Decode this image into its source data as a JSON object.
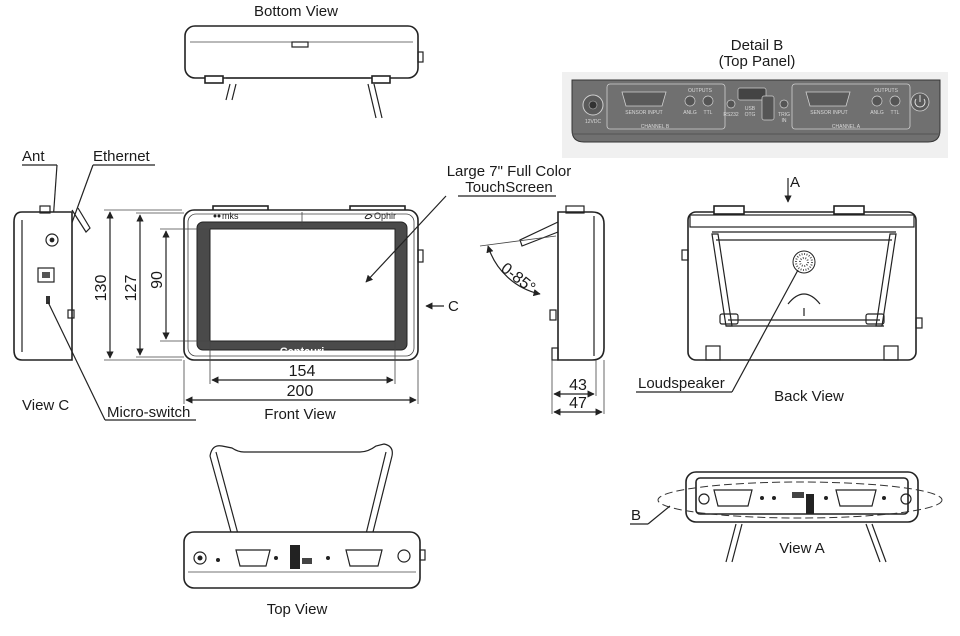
{
  "views": {
    "bottom": "Bottom View",
    "detail_b_title": "Detail B",
    "detail_b_sub": "(Top Panel)",
    "front": "Front View",
    "back": "Back View",
    "top": "Top View",
    "side_c": "View C",
    "view_a": "View A"
  },
  "callouts": {
    "ant": "Ant",
    "ethernet": "Ethernet",
    "micro_switch": "Micro-switch",
    "screen_line1": "Large 7\" Full Color",
    "screen_line2": "TouchScreen",
    "loudspeaker": "Loudspeaker",
    "marker_a": "A",
    "marker_b": "B",
    "marker_c": "C",
    "angle": "0-85°"
  },
  "dimensions": {
    "height_outer": "130",
    "height_mid": "127",
    "screen_height": "90",
    "screen_width": "154",
    "width": "200",
    "depth_inner": "43",
    "depth_outer": "47"
  },
  "brand": {
    "mks": "mks",
    "ophir": "Ophir",
    "model": "Centauri"
  },
  "panel": {
    "dc": "12VDC",
    "sensor_b": "SENSOR INPUT",
    "channel_b": "CHANNEL B",
    "outputs_b": "OUTPUTS",
    "anlg_b": "ANLG",
    "ttl_b": "TTL",
    "rs232": "RS232",
    "usb": "USB",
    "otg": "OTG",
    "trig": "TRIG",
    "trig_in": "IN",
    "sensor_a": "SENSOR INPUT",
    "channel_a": "CHANNEL A",
    "outputs_a": "OUTPUTS",
    "anlg_a": "ANLG",
    "ttl_a": "TTL"
  }
}
